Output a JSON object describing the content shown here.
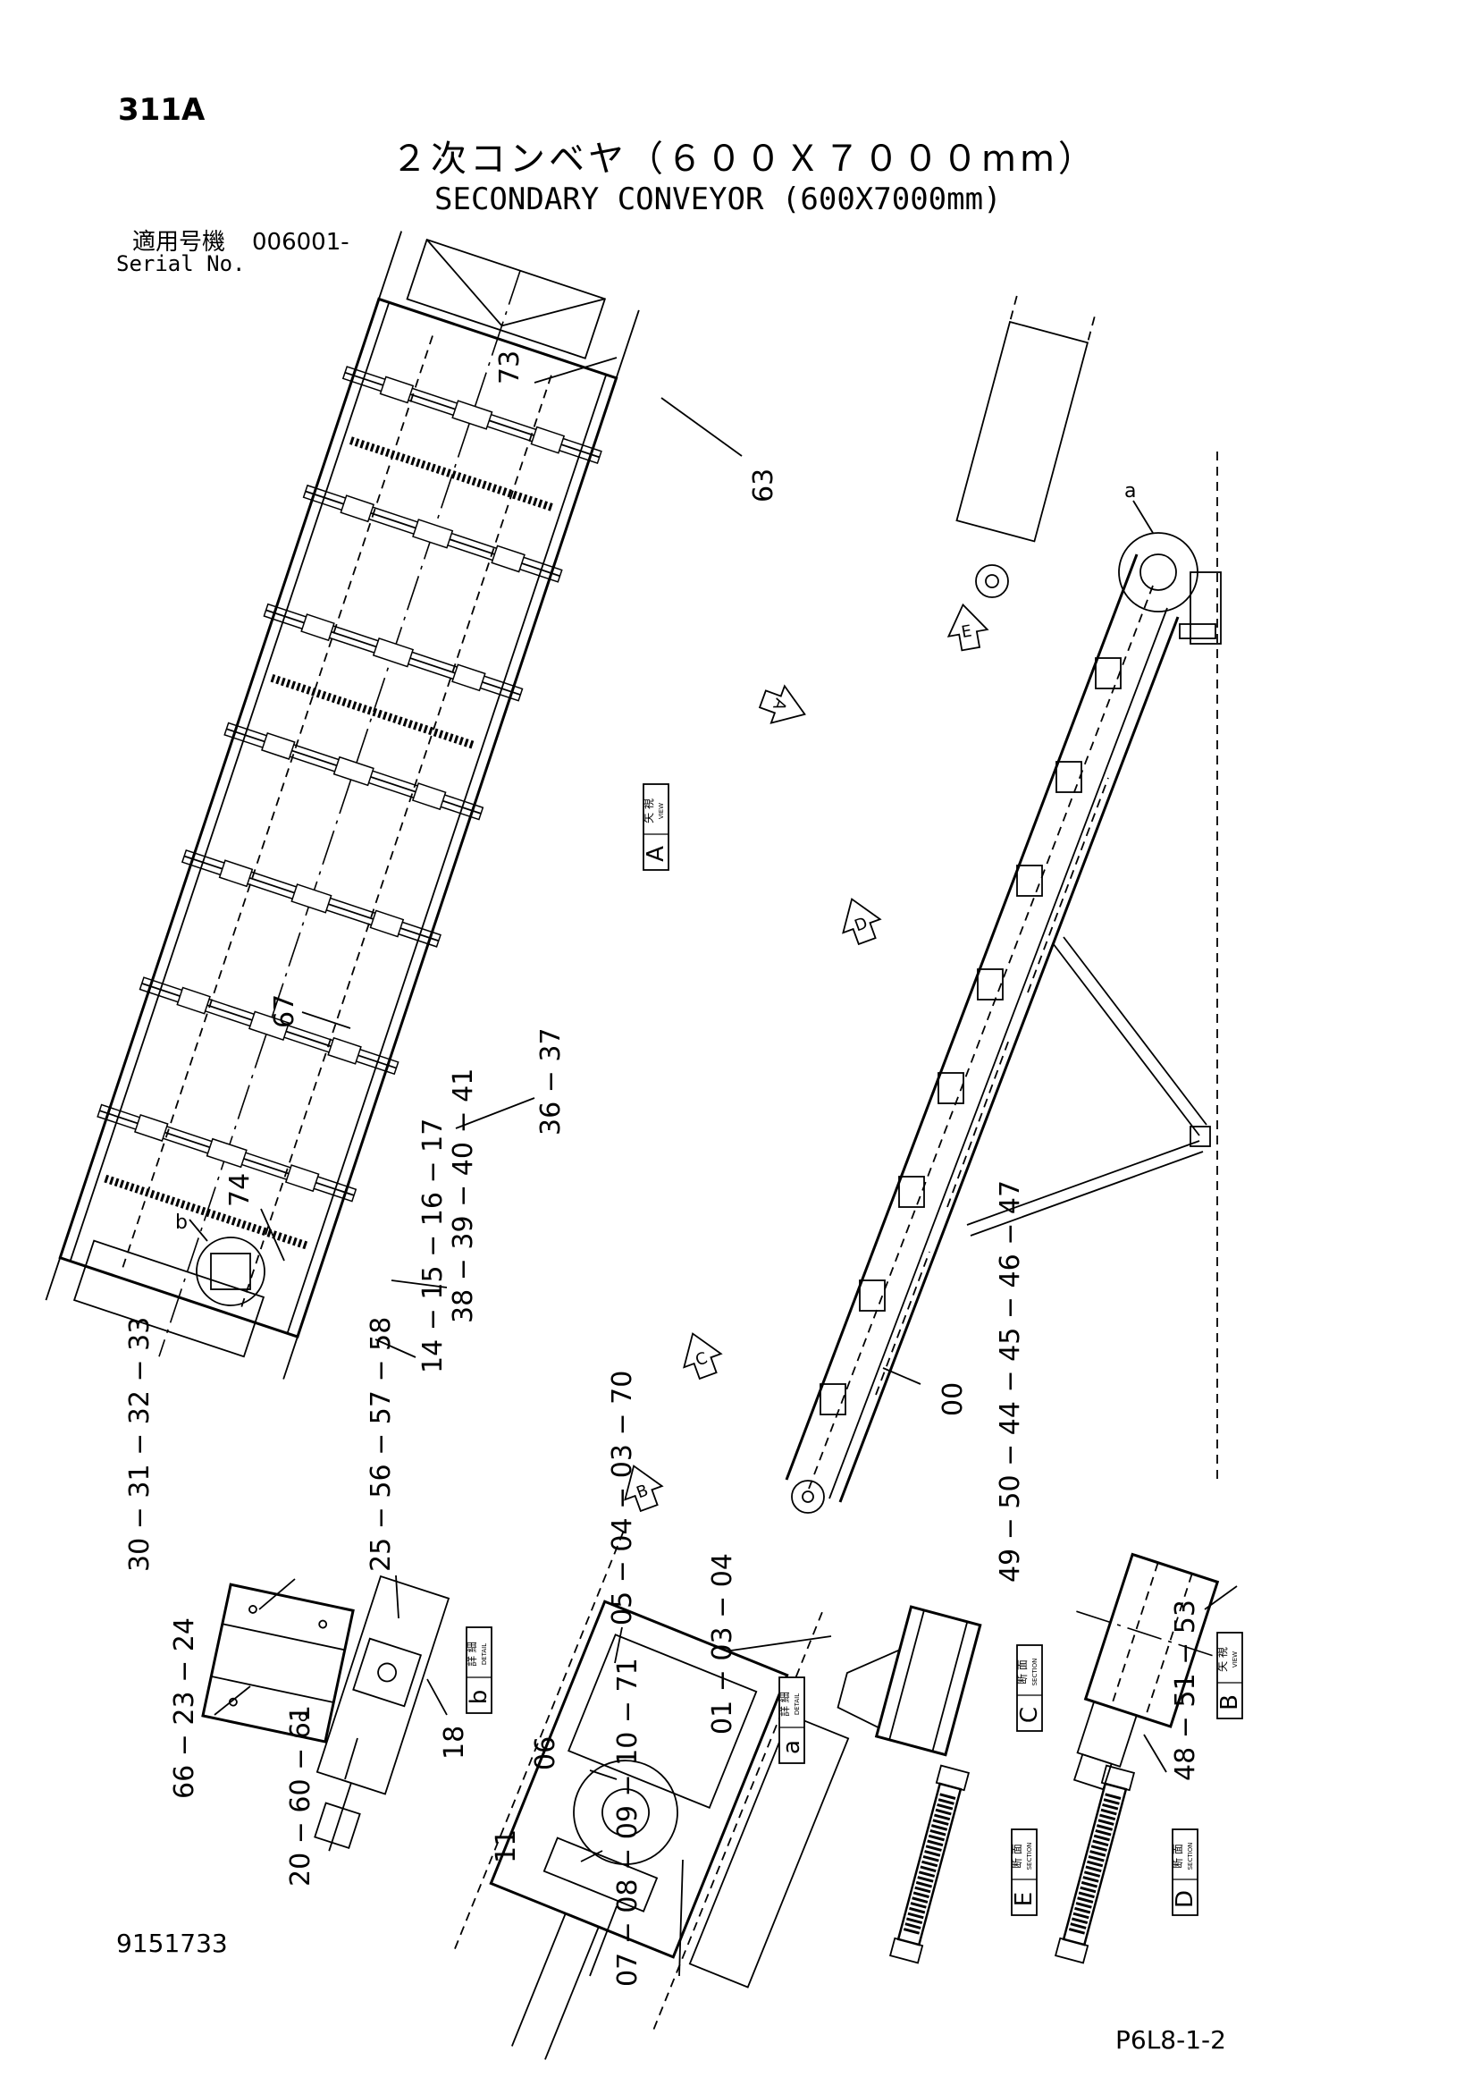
{
  "header": {
    "page_number": "311A",
    "title_jp": "２次コンベヤ（６００Ｘ７０００mm）",
    "title_en": "SECONDARY CONVEYOR (600X7000mm)",
    "serial_label_jp": "適用号機",
    "serial_value": "006001-",
    "serial_label_en": "Serial No."
  },
  "footer": {
    "doc_number": "9151733",
    "sheet_code": "P6L8-1-2"
  },
  "view_markers": [
    "A",
    "B",
    "C",
    "D",
    "E"
  ],
  "detail_markers": [
    "a",
    "b"
  ],
  "tags": {
    "view_jp": "矢 視",
    "view_en": "VIEW",
    "section_jp": "断 面",
    "section_en": "SECTION",
    "detail_jp": "詳 細",
    "detail_en": "DETAIL"
  },
  "part_callouts": {
    "c73": "73",
    "c63": "63",
    "c67": "67",
    "c36": "36 − 37",
    "c74": "74",
    "c38": "38 − 39 − 40 − 41",
    "c14": "14 − 15 − 16 − 17",
    "c00": "00",
    "c30": "30 − 31 − 32 − 33",
    "c25": "25 − 56 − 57 − 58",
    "c66": "66 − 23 − 24",
    "c18": "18",
    "c20": "20 − 60 − 61",
    "c05": "05 − 04 − 03 − 70",
    "c01": "01 − 03 − 04",
    "c06": "06",
    "c11": "11",
    "c07": "07 − 08 − 09 − 10 − 71",
    "c49": "49 − 50 − 44 − 45 − 46 − 47",
    "c48": "48 − 51 − 53"
  }
}
